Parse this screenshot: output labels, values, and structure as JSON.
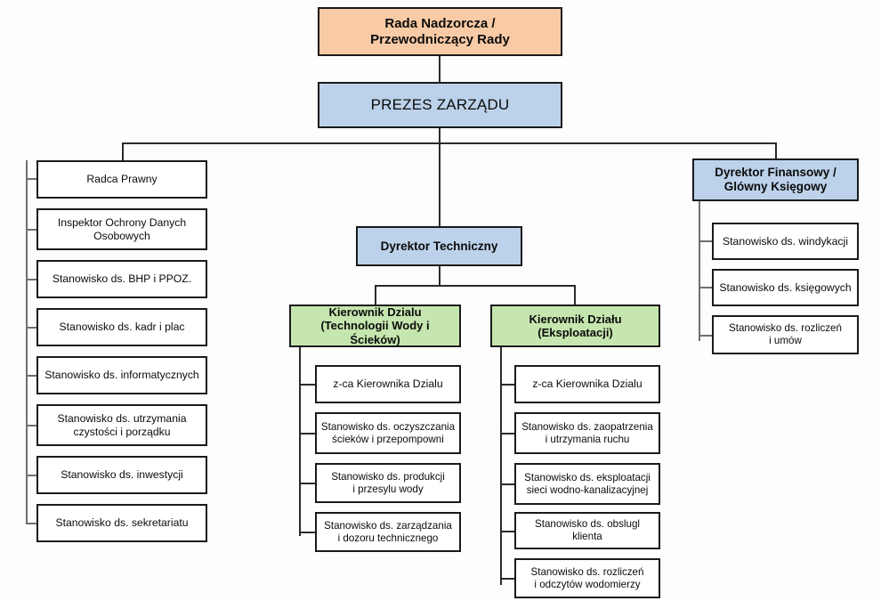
{
  "meta": {
    "title": "Schemat organizacyjny",
    "colors": {
      "board": "#f8cba6",
      "executive": "#bcd2ea",
      "department": "#c5e6ae",
      "staff": "#ffffff",
      "border": "#1a1a1a",
      "connector": "#2b2b2b",
      "background": "#fdfdfd"
    }
  },
  "top": {
    "supervisory_board": "Rada Nadzorcza /\nPrzewodniczący Rady",
    "president": "PREZES ZARZĄDU"
  },
  "left_column": {
    "items": [
      "Radca Prawny",
      "Inspektor Ochrony Danych\nOsobowych",
      "Stanowisko ds. BHP i PPOZ.",
      "Stanowisko ds. kadr i plac",
      "Stanowisko ds. informatycznych",
      "Stanowisko ds. utrzymania\nczystości i porządku",
      "Stanowisko ds. inwestycji",
      "Stanowisko ds. sekretariatu"
    ]
  },
  "technical_branch": {
    "director": "Dyrektor Techniczny",
    "departments": [
      {
        "head": "Kierownik Dzialu\n(Technologii Wody i Ścieków)",
        "positions": [
          "z-ca Kierownika Dzialu",
          "Stanowisko ds. oczyszczania\nścieków i przepompowni",
          "Stanowisko ds. produkcji\ni przesylu wody",
          "Stanowisko ds. zarządzania\ni dozoru technicznego"
        ]
      },
      {
        "head": "Kierownik Działu\n(Eksploatacji)",
        "positions": [
          "z-ca Kierownika Dzialu",
          "Stanowisko ds. zaopatrzenia\ni utrzymania ruchu",
          "Stanowisko ds. eksploatacji\nsieci wodno-kanalizacyjnej",
          "Stanowisko ds. obslugl klienta",
          "Stanowisko ds. rozliczeń\ni odczytów wodomierzy"
        ]
      }
    ]
  },
  "finance_branch": {
    "director": "Dyrektor Finansowy /\nGlówny Księgowy",
    "positions": [
      "Stanowisko ds. windykacji",
      "Stanowisko ds. księgowych",
      "Stanowisko ds. rozliczeń\ni umów"
    ]
  }
}
